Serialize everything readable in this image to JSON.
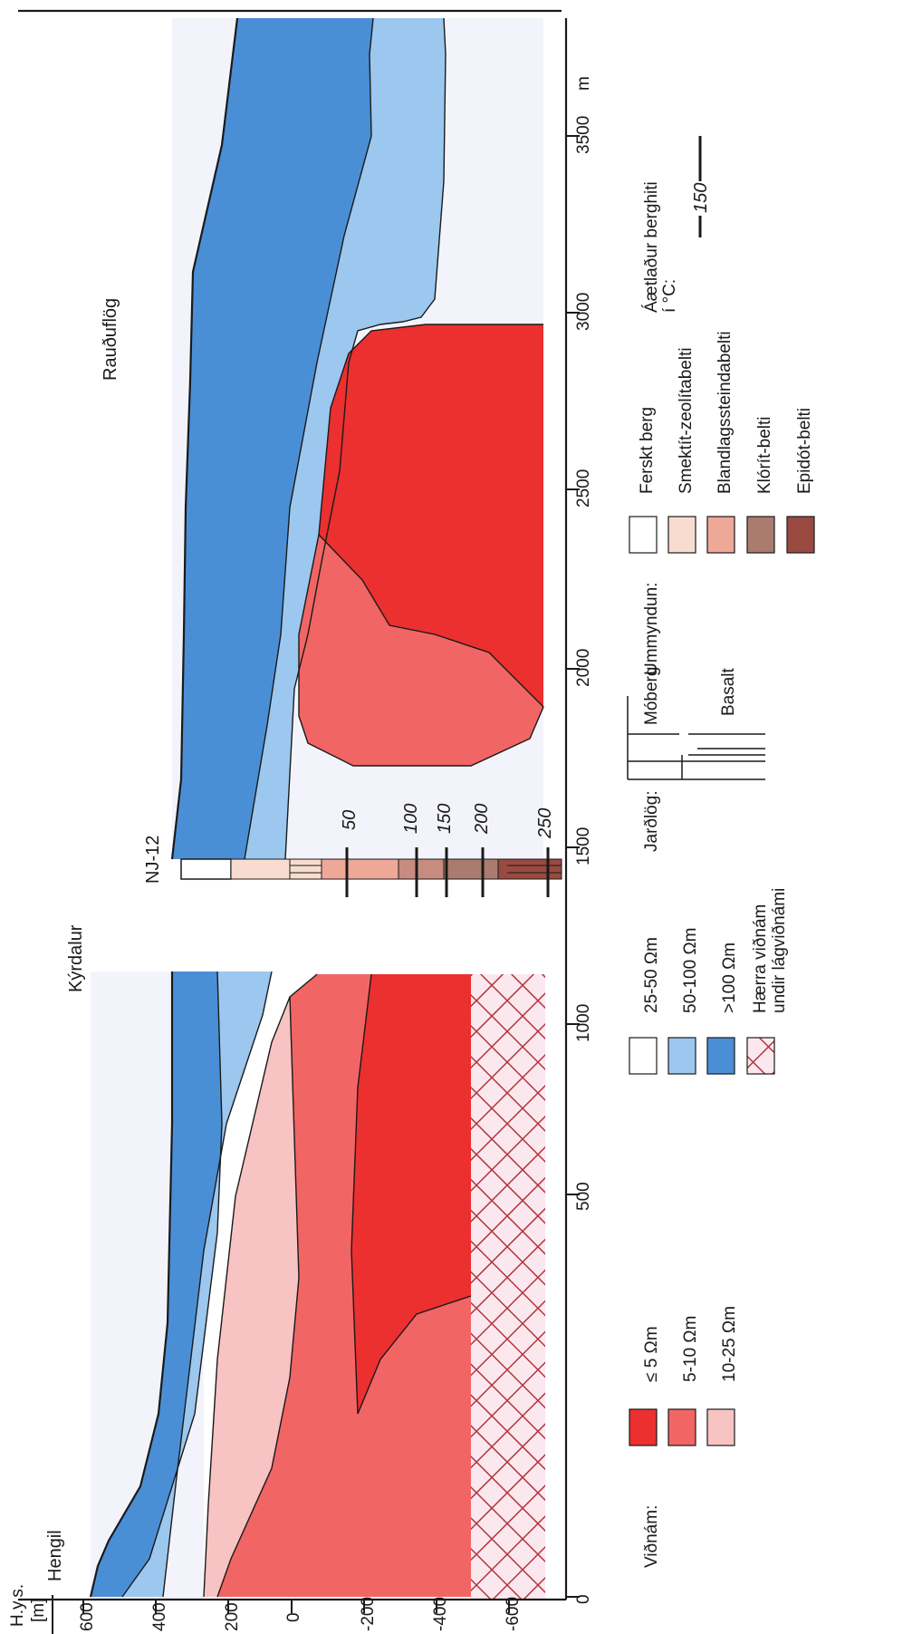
{
  "axis": {
    "y_title_line1": "H.y.s.",
    "y_title_line2": "[m]",
    "y_ticks": [
      "600",
      "400",
      "200",
      "0",
      "-200",
      "-400",
      "-600"
    ],
    "x_ticks": [
      "0",
      "500",
      "1000",
      "1500",
      "2000",
      "2500",
      "3000",
      "3500"
    ],
    "x_unit": "m"
  },
  "labels": {
    "hengil": "Hengil",
    "kyrdalur": "Kýrdalur",
    "raudufl": "Rauðuflög",
    "well": "NJ-12"
  },
  "isotherms": [
    "50",
    "100",
    "150",
    "200",
    "250"
  ],
  "legend_resistivity": {
    "title": "Viðnám:",
    "items": [
      {
        "label": "≤ 5 Ωm",
        "color": "#ec2f2f"
      },
      {
        "label": "5-10 Ωm",
        "color": "#f26565"
      },
      {
        "label": "10-25 Ωm",
        "color": "#f7c3c3"
      },
      {
        "label": "25-50 Ωm",
        "color": "#ffffff"
      },
      {
        "label": "50-100 Ωm",
        "color": "#9cc7ef"
      },
      {
        "label": ">100 Ωm",
        "color": "#4a8fd6"
      }
    ],
    "hatch_label_line1": "Hærra viðnám",
    "hatch_label_line2": "undir lágviðnámi"
  },
  "legend_geology": {
    "title": "Jarðlög:",
    "moberg": "Móberg",
    "basalt": "Basalt"
  },
  "legend_alteration": {
    "title": "Ummyndun:",
    "items": [
      {
        "label": "Ferskt berg",
        "color": "#ffffff"
      },
      {
        "label": "Smektít-zeolítabelti",
        "color": "#f8dccf"
      },
      {
        "label": "Blandlagssteindabelti",
        "color": "#eea898"
      },
      {
        "label": "Klórít-belti",
        "color": "#a97c6f"
      },
      {
        "label": "Epidót-belti",
        "color": "#9a4a40"
      }
    ]
  },
  "legend_temperature": {
    "title_line1": "Áætlaður berghiti",
    "title_line2": "í °C:",
    "sample": "150"
  }
}
